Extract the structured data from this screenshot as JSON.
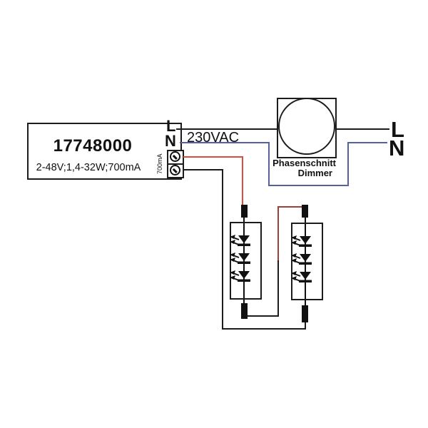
{
  "diagram": {
    "type": "wiring-diagram",
    "driver": {
      "model": "17748000",
      "specs": "2-48V;1,4-32W;700mA",
      "terminal_l": "L",
      "terminal_n": "N",
      "output_label": "700mA"
    },
    "mains": {
      "voltage_label": "230VAC",
      "l_label": "L",
      "n_label": "N"
    },
    "dimmer": {
      "name_line1": "Phasenschnitt",
      "name_line2": "Dimmer"
    },
    "led_modules": {
      "count": 2,
      "leds_per_module": 3
    },
    "colors": {
      "line": "#1c1c1c",
      "live_wire_primary": "#d8503a",
      "neutral_wire": "#5560a2",
      "secondary_link_wire": "#9e4038"
    }
  }
}
